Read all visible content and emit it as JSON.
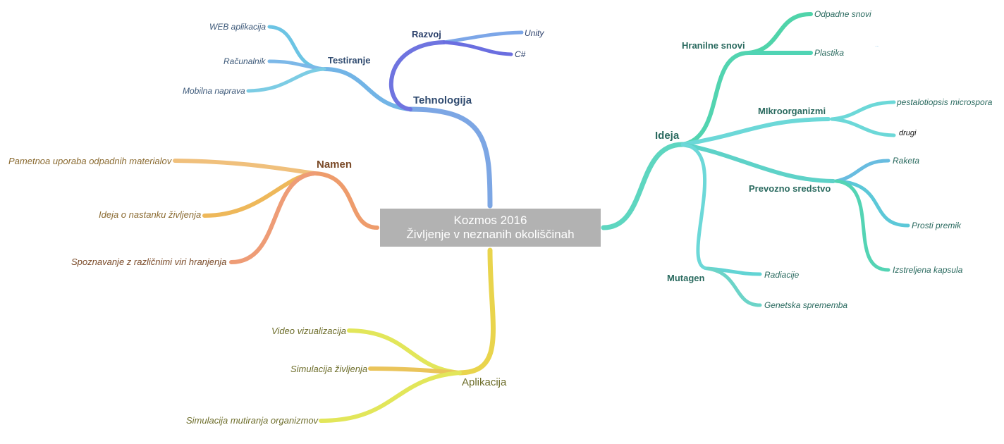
{
  "center": {
    "line1": "Kozmos 2016",
    "line2": "Življenje v neznanih okoliščinah"
  },
  "tehnologija": {
    "label": "Tehnologija",
    "testiranje": {
      "label": "Testiranje",
      "web": "WEB aplikacija",
      "racunalnik": "Računalnik",
      "mobilna": "Mobilna naprava"
    },
    "razvoj": {
      "label": "Razvoj",
      "unity": "Unity",
      "csharp": "C#"
    }
  },
  "namen": {
    "label": "Namen",
    "pametnoa": "Pametnoa uporaba odpadnih materialov",
    "ideja_nastanek": "Ideja o nastanku življenja",
    "spoznavanje": "Spoznavanje z različnimi viri hranjenja"
  },
  "aplikacija": {
    "label": "Aplikacija",
    "video": "Video vizualizacija",
    "simulacija": "Simulacija življenja",
    "mutiranje": "Simulacija mutiranja organizmov"
  },
  "ideja": {
    "label": "Ideja",
    "hranilne": {
      "label": "Hranilne snovi",
      "odpadne": "Odpadne snovi",
      "plastika": "Plastika"
    },
    "mikroorganizmi": {
      "label": "MIkroorganizmi",
      "pestalotiopsis": "pestalotiopsis microspora",
      "drugi": "drugi"
    },
    "prevozno": {
      "label": "Prevozno sredstvo",
      "raketa": "Raketa",
      "prosti": "Prosti premik",
      "izstreljena": "Izstreljena kapsula"
    },
    "mutagen": {
      "label": "Mutagen",
      "radiacije": "Radiacije",
      "genetska": "Genetska sprememba"
    }
  },
  "colors": {
    "center_box": "#b2b2b2",
    "tehnologija_branch": "#7ca6e4",
    "testiranje_branch": "#6cc4e4",
    "razvoj_branch": "#6f74e0",
    "namen_branch": "#ee9c6c",
    "aplikacija_branch": "#e9d44c",
    "ideja_branch": "#56d4c0",
    "mikro_branch": "#6cd8d8",
    "label_dark_blue": "#2f4a6f",
    "label_brown": "#7a4a28",
    "label_olive": "#6d6d2a",
    "label_teal": "#2a6a5f"
  }
}
